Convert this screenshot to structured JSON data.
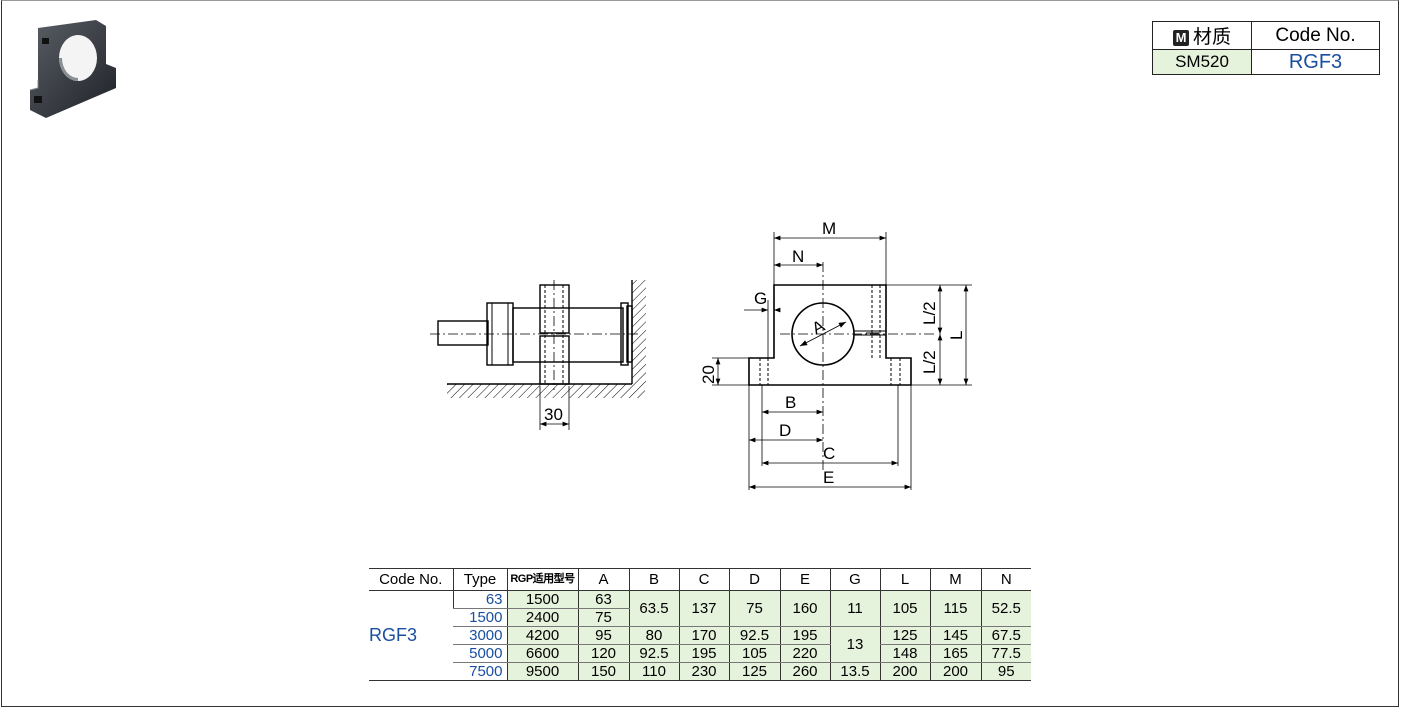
{
  "material_table": {
    "header_material": "材质",
    "header_material_icon": "M",
    "header_code": "Code No.",
    "material_value": "SM520",
    "code_value": "RGF3"
  },
  "drawing_labels": {
    "M": "M",
    "N": "N",
    "G": "G",
    "L2_top": "L/2",
    "L2_bottom": "L/2",
    "L": "L",
    "A": "A",
    "B": "B",
    "C": "C",
    "D": "D",
    "E": "E",
    "h20": "20",
    "w30": "30"
  },
  "spec_table": {
    "headers": [
      "Code No.",
      "Type",
      "RGP适用型号",
      "A",
      "B",
      "C",
      "D",
      "E",
      "G",
      "L",
      "M",
      "N"
    ],
    "code": "RGF3",
    "rows": [
      {
        "type": "63",
        "rgp": "1500",
        "A": "63"
      },
      {
        "type": "1500",
        "rgp": "2400",
        "A": "75"
      },
      {
        "type": "3000",
        "rgp": "4200",
        "A": "95",
        "B": "80",
        "C": "170",
        "D": "92.5",
        "E": "195",
        "L": "125",
        "M": "145",
        "N": "67.5"
      },
      {
        "type": "5000",
        "rgp": "6600",
        "A": "120",
        "B": "92.5",
        "C": "195",
        "D": "105",
        "E": "220",
        "L": "148",
        "M": "165",
        "N": "77.5"
      },
      {
        "type": "7500",
        "rgp": "9500",
        "A": "150",
        "B": "110",
        "C": "230",
        "D": "125",
        "E": "260",
        "G": "13.5",
        "L": "200",
        "M": "200",
        "N": "95"
      }
    ],
    "merged_first": {
      "B": "63.5",
      "C": "137",
      "D": "75",
      "E": "160",
      "G": "11",
      "L": "105",
      "M": "115",
      "N": "52.5"
    },
    "merged_G_mid": "13"
  }
}
